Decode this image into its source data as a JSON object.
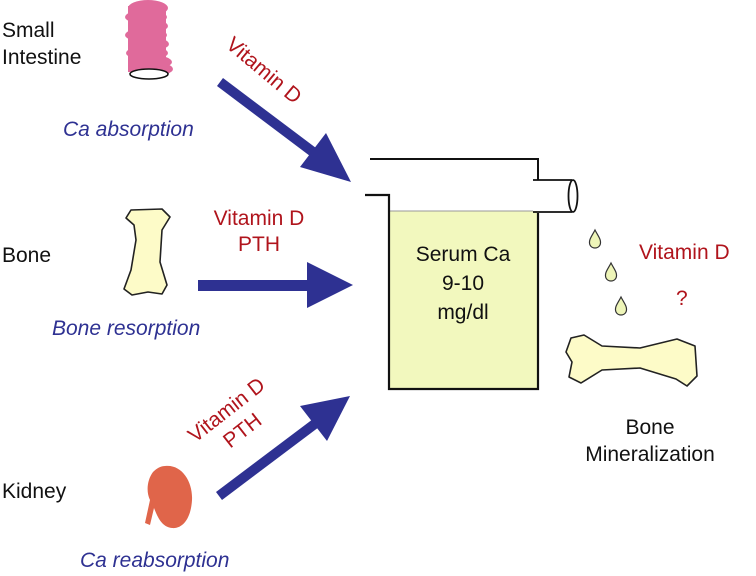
{
  "title": "Calcium homeostasis diagram",
  "sources": [
    {
      "organ": "Small Intestine",
      "organ_lines": [
        "Small",
        "Intestine"
      ],
      "process": "Ca absorption",
      "regulators": [
        "Vitamin D"
      ],
      "organ_icon": "small-intestine-icon"
    },
    {
      "organ": "Bone",
      "organ_lines": [
        "Bone"
      ],
      "process": "Bone resorption",
      "regulators": [
        "Vitamin D",
        "PTH"
      ],
      "organ_icon": "bone-icon"
    },
    {
      "organ": "Kidney",
      "organ_lines": [
        "Kidney"
      ],
      "process": "Ca reabsorption",
      "regulators": [
        "Vitamin D",
        "PTH"
      ],
      "organ_icon": "kidney-icon"
    }
  ],
  "reservoir": {
    "lines": [
      "Serum Ca",
      "9-10",
      "mg/dl"
    ]
  },
  "output": {
    "regulator": "Vitamin D",
    "question": "?",
    "label_lines": [
      "Bone",
      "Mineralization"
    ]
  },
  "colors": {
    "arrow": "#2e3192",
    "regulator_text": "#b0141c",
    "process_text": "#2e3192",
    "serum_fill": "#f2f8be",
    "bone_fill": "#fdfbc8",
    "intestine": "#e06a9b",
    "kidney": "#e0654a"
  }
}
